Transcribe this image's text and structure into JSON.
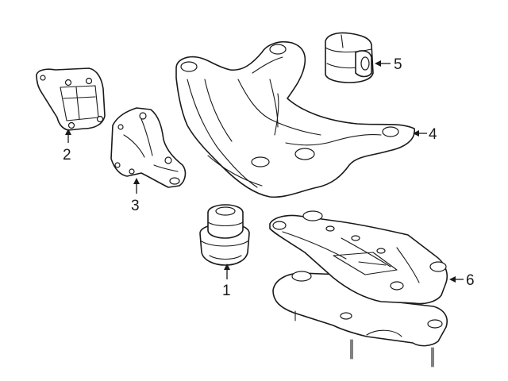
{
  "callouts": [
    {
      "id": "1",
      "label": "1",
      "part": "engine-mount"
    },
    {
      "id": "2",
      "label": "2",
      "part": "engine-mount-bracket-left"
    },
    {
      "id": "3",
      "label": "3",
      "part": "engine-mount-bracket-right"
    },
    {
      "id": "4",
      "label": "4",
      "part": "crossmember"
    },
    {
      "id": "5",
      "label": "5",
      "part": "transmission-mount-bushing"
    },
    {
      "id": "6",
      "label": "6",
      "part": "transmission-support"
    }
  ],
  "colors": {
    "line": "#1a1a1a",
    "background": "#ffffff"
  }
}
